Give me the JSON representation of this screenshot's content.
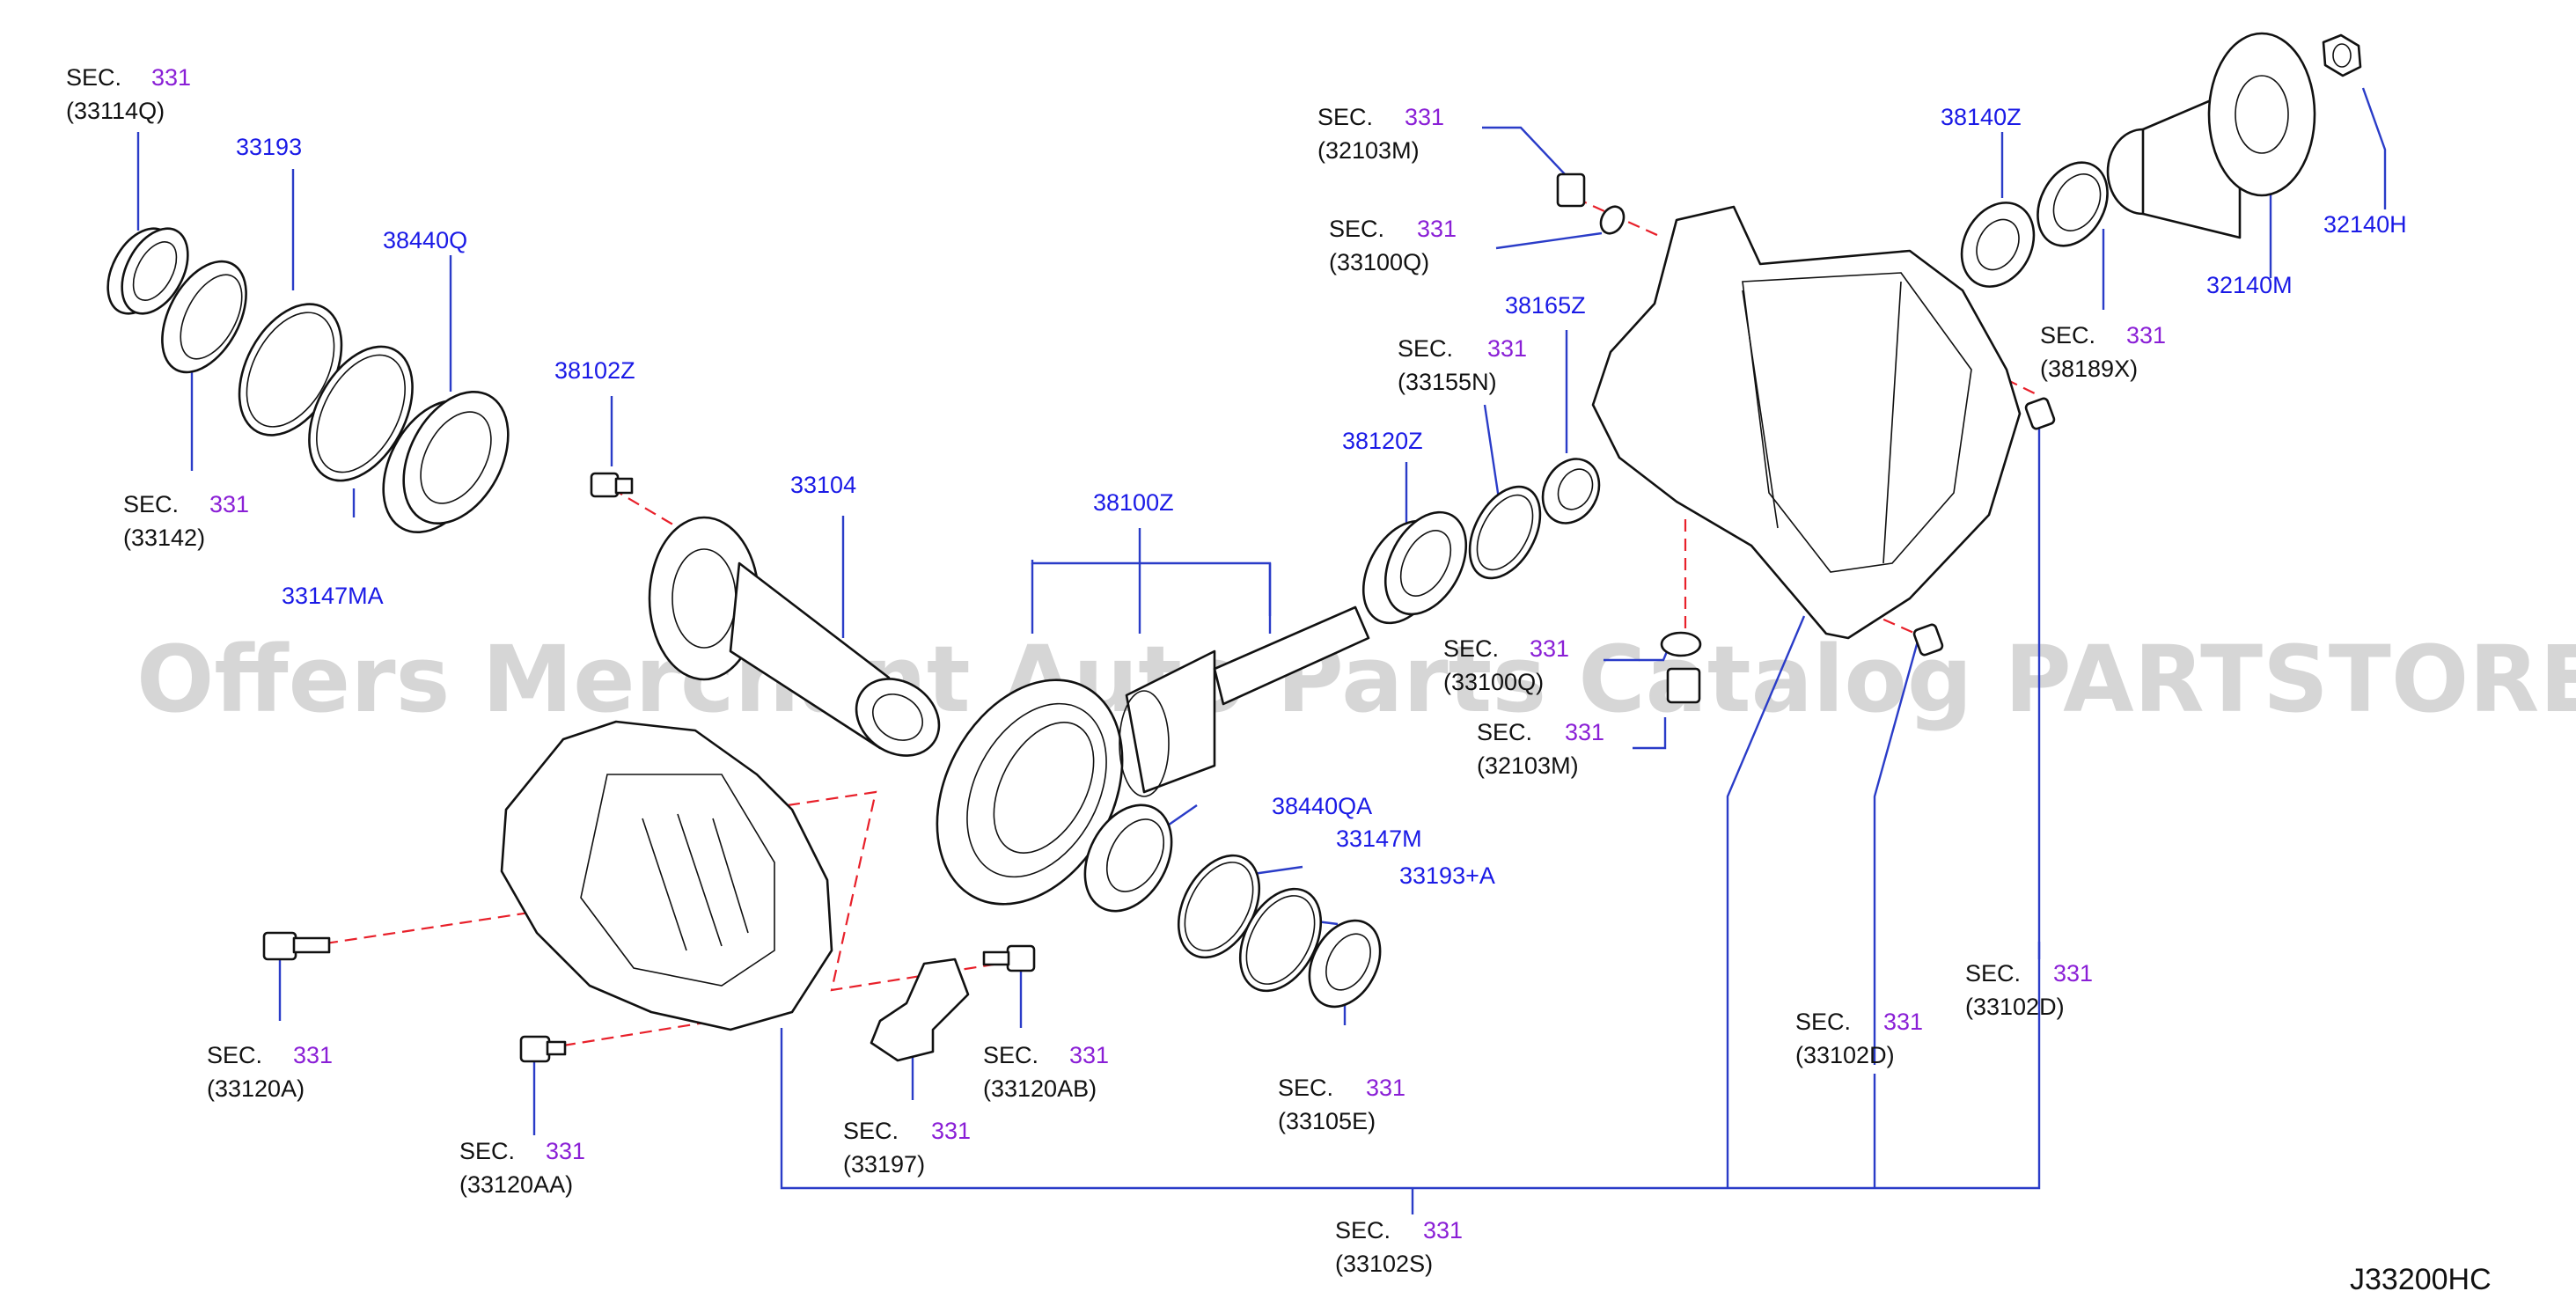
{
  "diagram_id": "J33200HC",
  "watermark": "Offers Merchant Auto Parts Catalog PARTSTORE.SA",
  "colors": {
    "sec_text": "#111111",
    "sec_number": "#8a1fd6",
    "part_number": "#1a1ae6",
    "leader": "#2a3cc8",
    "dashed": "#e8202a"
  },
  "sec_labels": [
    {
      "sec": "SEC.",
      "num": "331",
      "ref": "(33114Q)"
    },
    {
      "sec": "SEC.",
      "num": "331",
      "ref": "(33142)"
    },
    {
      "sec": "SEC.",
      "num": "331",
      "ref": "(32103M)"
    },
    {
      "sec": "SEC.",
      "num": "331",
      "ref": "(33100Q)"
    },
    {
      "sec": "SEC.",
      "num": "331",
      "ref": "(33155N)"
    },
    {
      "sec": "SEC.",
      "num": "331",
      "ref": "(38189X)"
    },
    {
      "sec": "SEC.",
      "num": "331",
      "ref": "(33100Q)"
    },
    {
      "sec": "SEC.",
      "num": "331",
      "ref": "(32103M)"
    },
    {
      "sec": "SEC.",
      "num": "331",
      "ref": "(33102D)"
    },
    {
      "sec": "SEC.",
      "num": "331",
      "ref": "(33102D)"
    },
    {
      "sec": "SEC.",
      "num": "331",
      "ref": "(33120A)"
    },
    {
      "sec": "SEC.",
      "num": "331",
      "ref": "(33120AB)"
    },
    {
      "sec": "SEC.",
      "num": "331",
      "ref": "(33120AA)"
    },
    {
      "sec": "SEC.",
      "num": "331",
      "ref": "(33197)"
    },
    {
      "sec": "SEC.",
      "num": "331",
      "ref": "(33105E)"
    },
    {
      "sec": "SEC.",
      "num": "331",
      "ref": "(33102S)"
    }
  ],
  "part_numbers": [
    "33193",
    "38440Q",
    "33147MA",
    "38102Z",
    "33104",
    "38100Z",
    "38120Z",
    "38165Z",
    "38140Z",
    "32140M",
    "32140H",
    "38440QA",
    "33147M",
    "33193+A"
  ]
}
